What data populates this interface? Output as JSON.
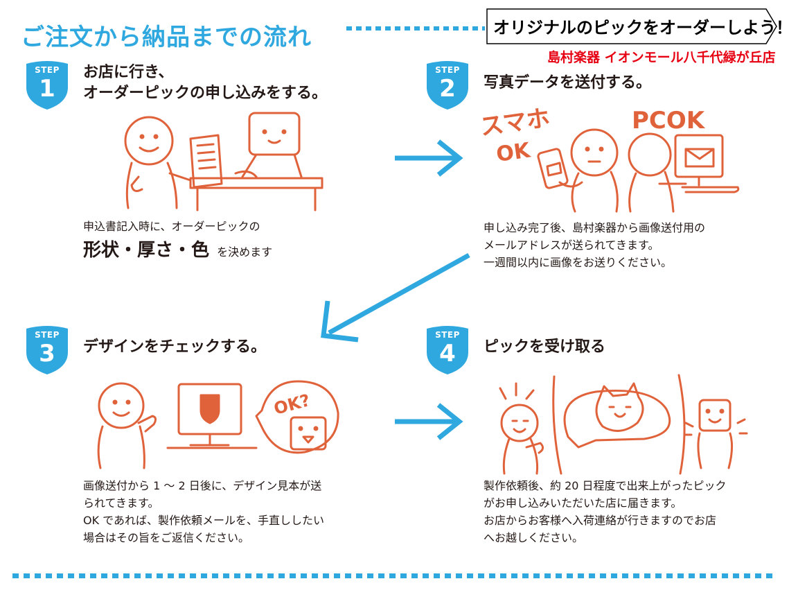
{
  "title": "ご注文から納品までの流れ",
  "banner": "オリジナルのピックをオーダーしよう！",
  "store": "島村楽器 イオンモール八千代緑が丘店",
  "colors": {
    "accent": "#2fa8df",
    "illustration": "#e0623a",
    "store": "#e60012"
  },
  "steps": [
    {
      "label": "STEP",
      "number": "1",
      "heading_lines": [
        "お店に行き、",
        "オーダーピックの申し込みをする。"
      ],
      "desc_line1": "申込書記入時に、オーダーピックの",
      "desc_big": "形状・厚さ・色",
      "desc_tail": "を決めます"
    },
    {
      "label": "STEP",
      "number": "2",
      "heading_lines": [
        "写真データを送付する。"
      ],
      "desc_lines": [
        "申し込み完了後、島村楽器から画像送付用の",
        "メールアドレスが送られてきます。",
        "一週間以内に画像をお送りください。"
      ],
      "illus_texts": [
        "スマホ",
        "OK",
        "PCOK"
      ]
    },
    {
      "label": "STEP",
      "number": "3",
      "heading_lines": [
        "デザインをチェックする。"
      ],
      "desc_lines": [
        "画像送付から 1 ～ 2 日後に、デザイン見本が送",
        "られてきます。",
        "OK であれば、製作依頼メールを、手直ししたい",
        "場合はその旨をご返信ください。"
      ],
      "illus_texts": [
        "OK?"
      ]
    },
    {
      "label": "STEP",
      "number": "4",
      "heading_lines": [
        "ピックを受け取る"
      ],
      "desc_lines": [
        "製作依頼後、約 20 日程度で出来上がったピック",
        "がお申し込みいただいた店に届きます。",
        "お店からお客様へ入荷連絡が行きますのでお店",
        "へお越しください。"
      ]
    }
  ]
}
